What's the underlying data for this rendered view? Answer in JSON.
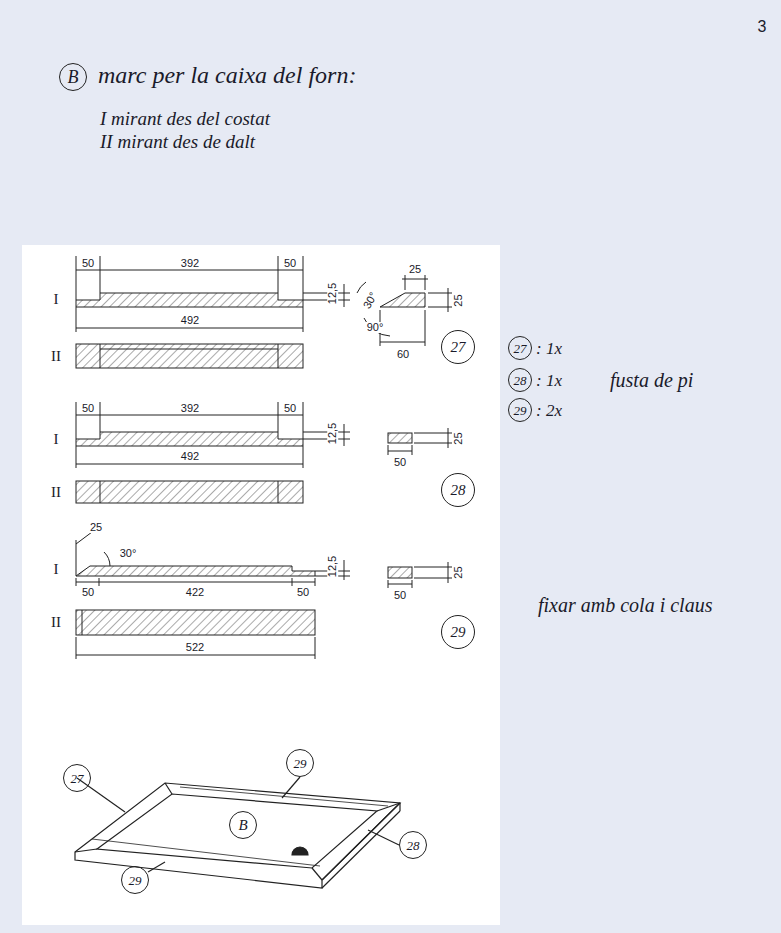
{
  "diagram": {
    "title": "marc per la caixa del forn:",
    "nodes": [
      {
        "text": [
          "B"
        ]
      },
      {
        "text": [
          "27"
        ]
      },
      {
        "text": [
          "28"
        ]
      },
      {
        "text": [
          "29"
        ]
      },
      {
        "text": [
          "27"
        ]
      },
      {
        "text": [
          "28"
        ]
      },
      {
        "text": [
          "29"
        ]
      },
      {
        "text": [
          "29"
        ]
      },
      {
        "text": [
          "27"
        ]
      },
      {
        "text": [
          "B"
        ]
      },
      {
        "text": [
          "28"
        ]
      },
      {
        "text": [
          "29"
        ]
      }
    ],
    "labels": [
      "3",
      "I mirant des del costat",
      "II mirant des de dalt",
      "50",
      "392",
      "50",
      "I",
      "492",
      "12,5",
      "25",
      "25",
      "30°",
      "90°",
      "60",
      "II",
      "50",
      "392",
      "50",
      "I",
      "492",
      "12,5",
      "25",
      "50",
      "II",
      "25",
      "30°",
      "I",
      "50",
      "422",
      "50",
      "12,5",
      "25",
      "50",
      "II",
      "522",
      ": 1x",
      ": 1x",
      ": 2x",
      "fusta de pi",
      "fixar amb cola i claus"
    ]
  }
}
